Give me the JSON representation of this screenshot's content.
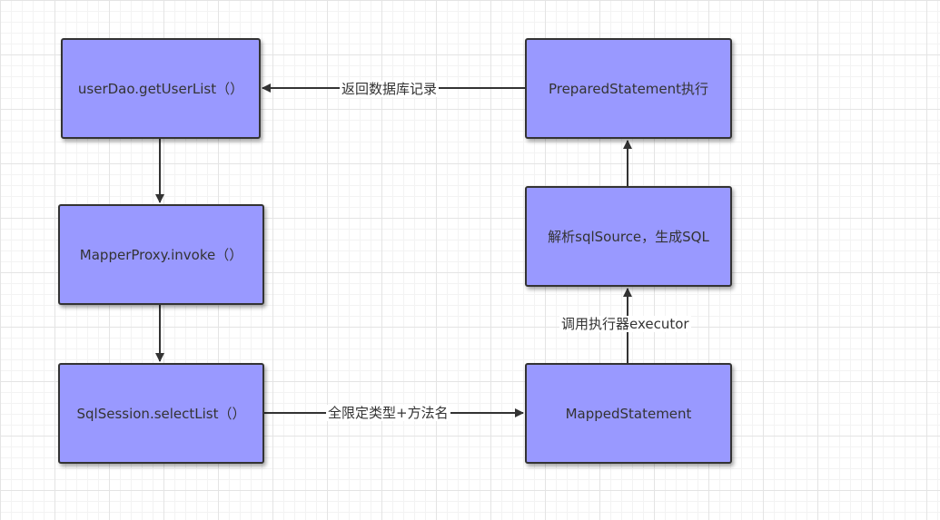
{
  "nodes": {
    "userdao": "userDao.getUserList（）",
    "mapperproxy": "MapperProxy.invoke（）",
    "sqlsession": "SqlSession.selectList（）",
    "mappedstatement": "MappedStatement",
    "parse": "解析sqlSource，生成SQL",
    "prepared": "PreparedStatement执行"
  },
  "edges": {
    "return_records": "返回数据库记录",
    "qualified_name": "全限定类型+方法名",
    "call_executor": "调用执行器executor"
  },
  "colors": {
    "node_fill": "#9999ff",
    "node_border": "#333333",
    "arrow": "#333333"
  }
}
